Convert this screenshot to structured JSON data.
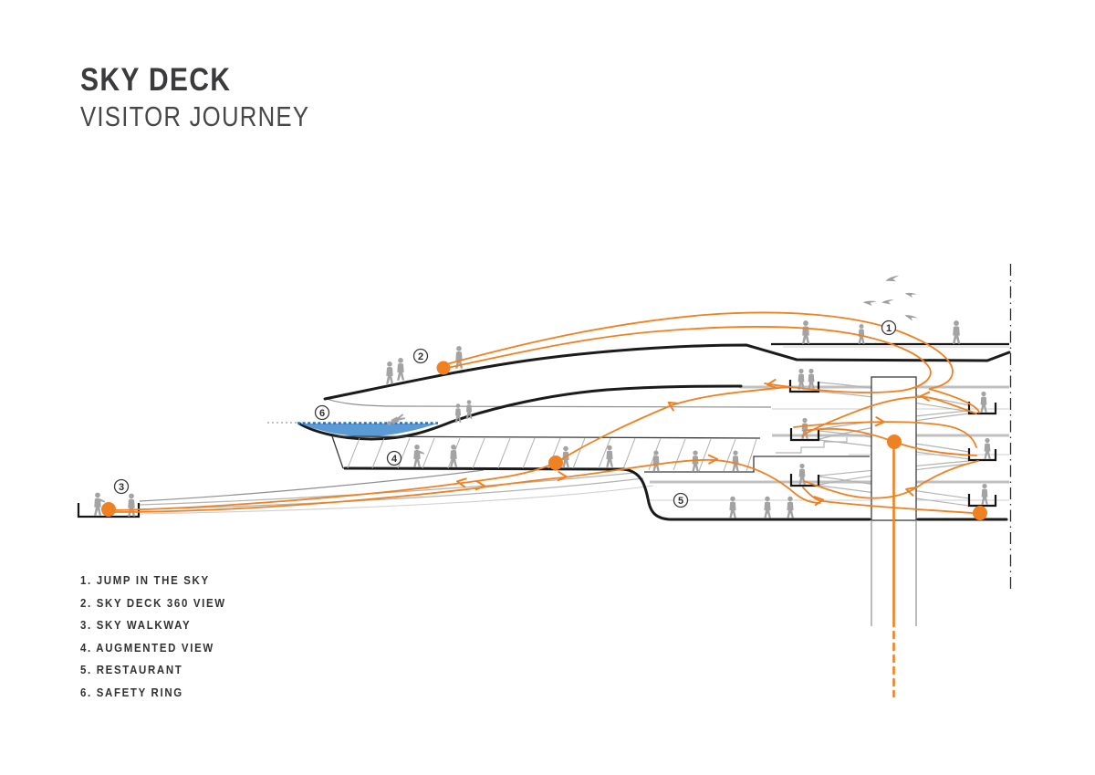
{
  "title": {
    "line1": "SKY DECK",
    "line2": "VISITOR JOURNEY"
  },
  "legend": {
    "items": [
      "1. JUMP IN THE SKY",
      "2. SKY DECK 360 VIEW",
      "3. SKY WALKWAY",
      "4. AUGMENTED VIEW",
      "5. RESTAURANT",
      "6. SAFETY RING"
    ]
  },
  "diagram": {
    "circled_numbers": [
      "1",
      "2",
      "3",
      "4",
      "5",
      "6"
    ]
  },
  "colors": {
    "accent": "#EF8122",
    "water": "#5B9BD5",
    "water-edge": "#2F6EB5",
    "figure": "#A3A3A3",
    "ink": "#1B1B1B",
    "gray": "#BDBDBD",
    "gray-light": "#D6D6D6",
    "text": "#3B3B3D"
  }
}
